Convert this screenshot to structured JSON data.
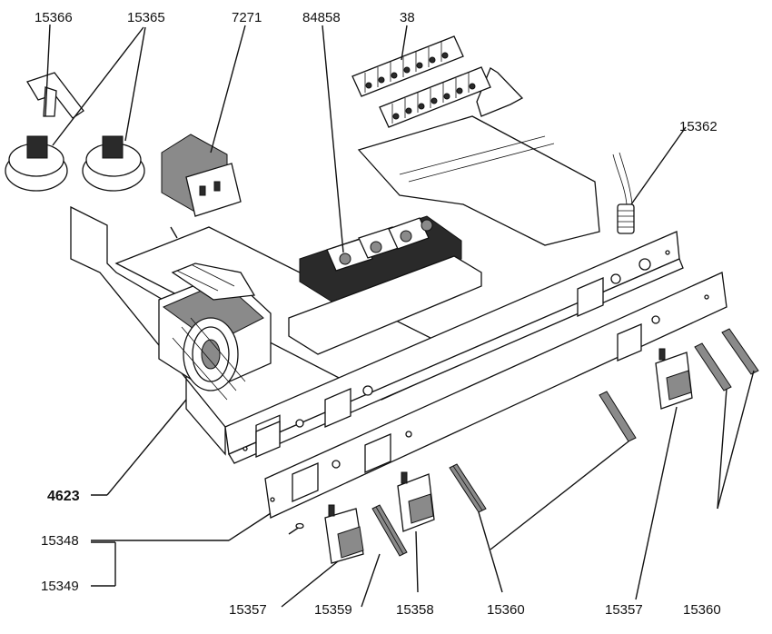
{
  "labels": {
    "l15366": "15366",
    "l15365": "15365",
    "l7271": "7271",
    "l84858": "84858",
    "l38": "38",
    "l15362": "15362",
    "l4623": "4623",
    "l15348": "15348",
    "l15349": "15349",
    "l15357a": "15357",
    "l15359": "15359",
    "l15358": "15358",
    "l15360a": "15360",
    "l15357b": "15357",
    "l15360b": "15360"
  }
}
